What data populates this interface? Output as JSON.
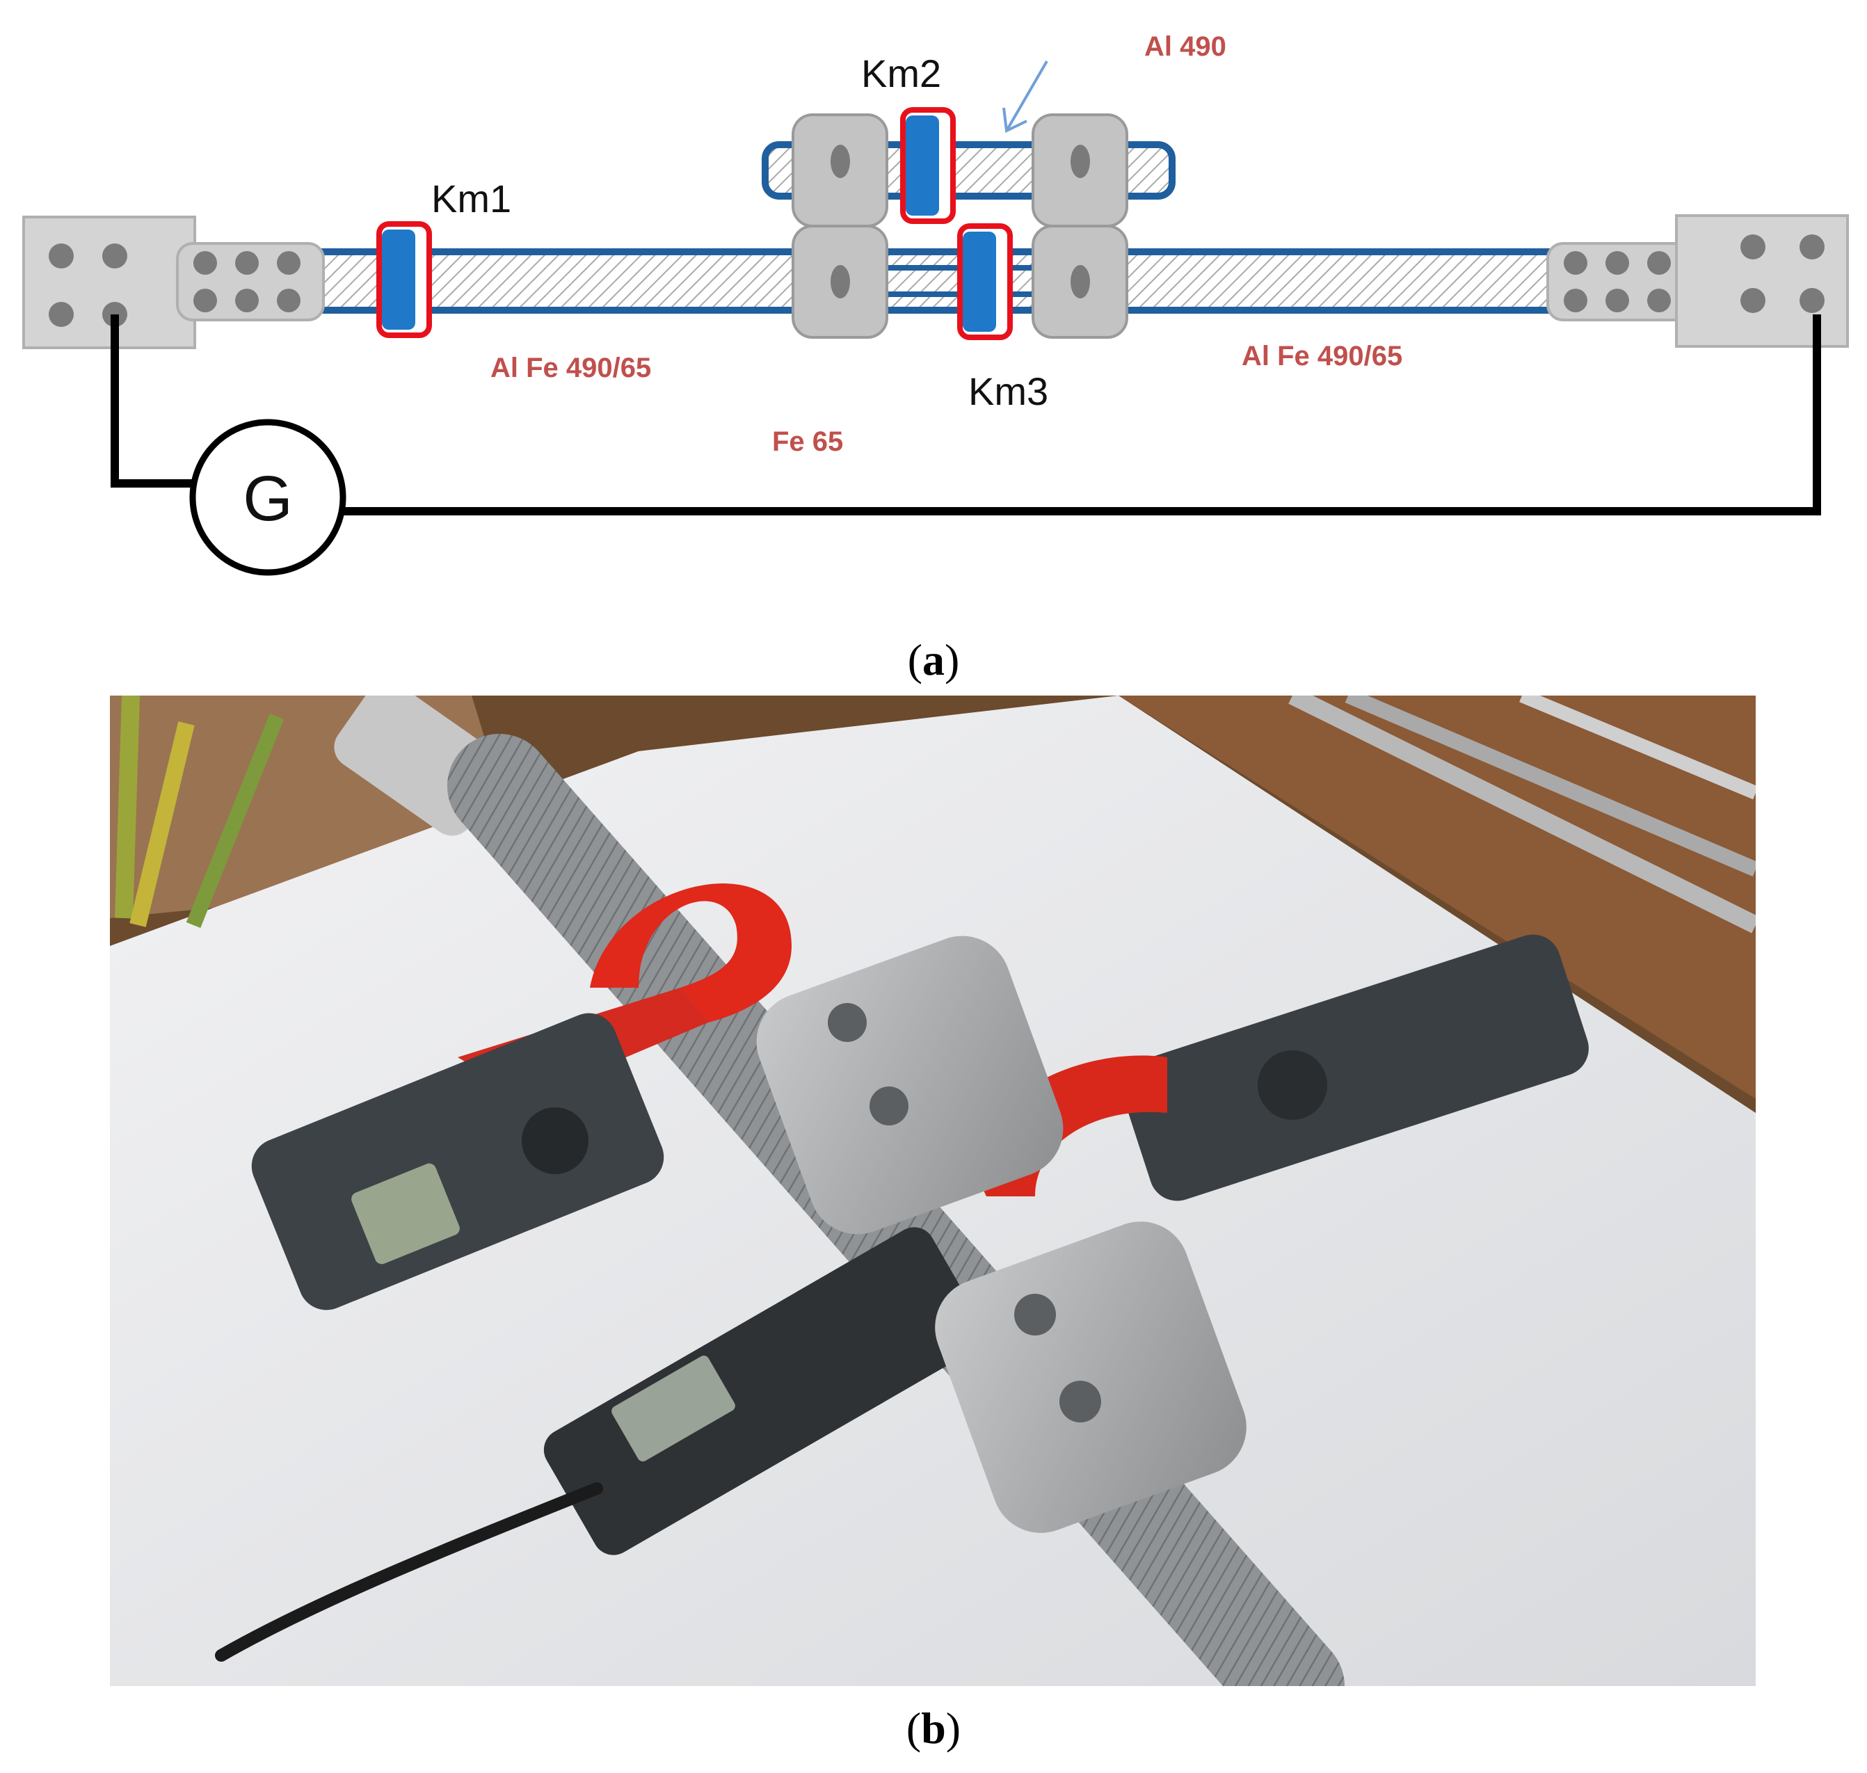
{
  "figure_a": {
    "caption_letter": "a",
    "labels": {
      "km1": "Km1",
      "km2": "Km2",
      "km3": "Km3",
      "al490": "Al 490",
      "alfe_left": "Al Fe 490/65",
      "alfe_right": "Al Fe 490/65",
      "fe65": "Fe 65",
      "generator": "G"
    },
    "colors": {
      "conductor_blue": "#1f5f9e",
      "clamp_meter_red": "#e8111b",
      "clamp_meter_blue": "#1f78c8",
      "clamp_gray": "#c3c3c3",
      "arrow_blue": "#6fa0d8",
      "label_red": "#c0504d"
    }
  },
  "figure_b": {
    "caption_letter": "b",
    "description_icon": "photo-of-clamp-meters-on-cable"
  }
}
